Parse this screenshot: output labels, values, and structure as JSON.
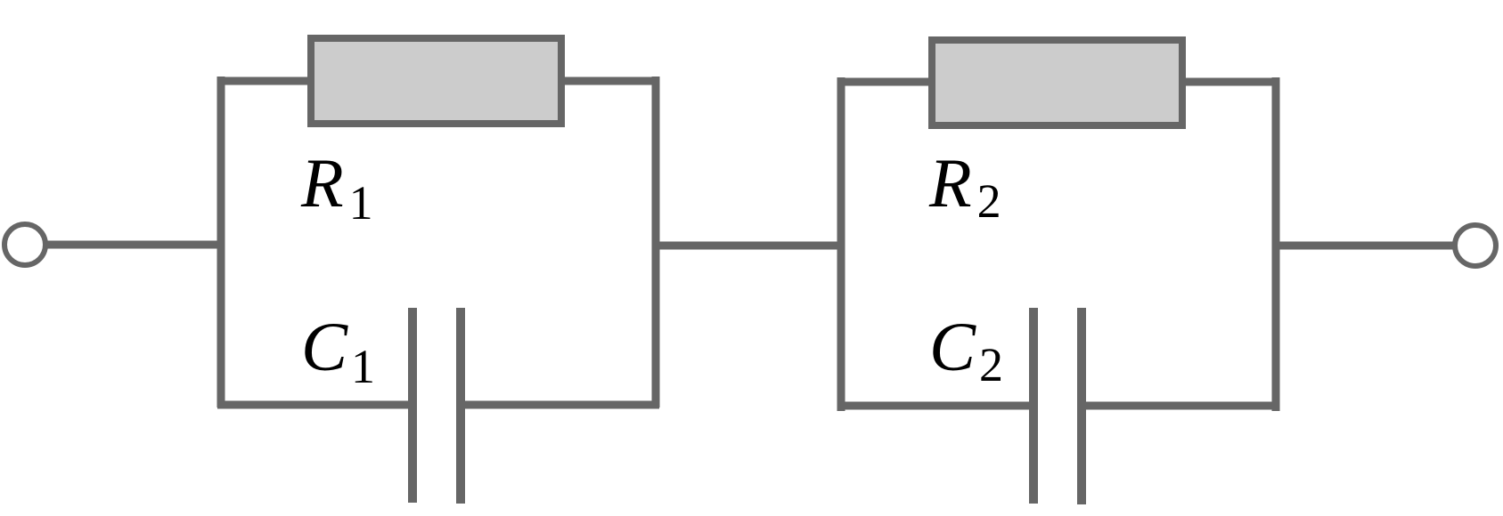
{
  "diagram": {
    "type": "circuit",
    "colors": {
      "wire": "#666666",
      "resistor_fill": "#cccccc",
      "terminal_fill": "#ffffff"
    },
    "stages": [
      {
        "resistor": {
          "symbol": "R",
          "subscript": "1"
        },
        "capacitor": {
          "symbol": "C",
          "subscript": "1"
        }
      },
      {
        "resistor": {
          "symbol": "R",
          "subscript": "2"
        },
        "capacitor": {
          "symbol": "C",
          "subscript": "2"
        }
      }
    ]
  }
}
